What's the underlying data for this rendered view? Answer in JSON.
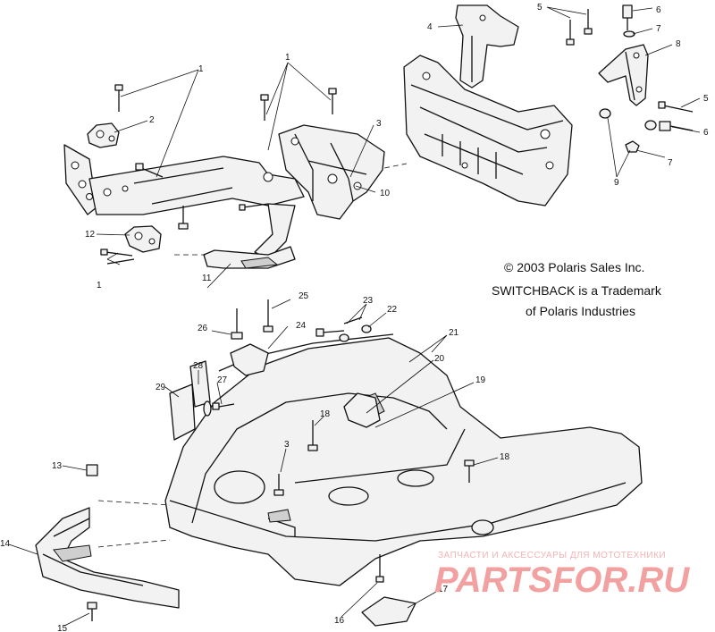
{
  "copyright": {
    "line1": "© 2003 Polaris Sales Inc.",
    "line2": "SWITCHBACK is a Trademark",
    "line3": "of Polaris Industries"
  },
  "watermark": {
    "tagline": "ЗАПЧАСТИ И АКСЕССУАРЫ ДЛЯ МОТОТЕХНИКИ",
    "brand": "PARTSFOR.RU"
  },
  "callouts": [
    "1",
    "1",
    "1",
    "2",
    "3",
    "3",
    "4",
    "5",
    "5",
    "6",
    "6",
    "7",
    "7",
    "8",
    "9",
    "10",
    "11",
    "12",
    "13",
    "14",
    "15",
    "16",
    "17",
    "18",
    "18",
    "19",
    "20",
    "21",
    "22",
    "23",
    "24",
    "25",
    "26",
    "27",
    "28",
    "29"
  ]
}
